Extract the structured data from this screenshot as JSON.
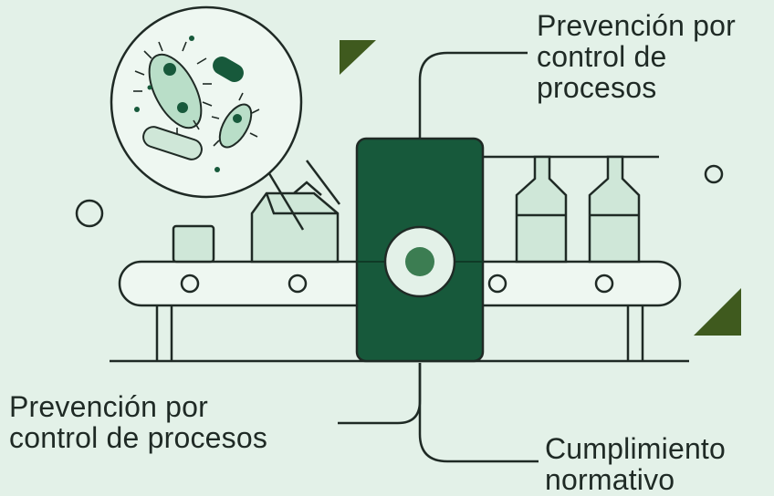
{
  "labels": {
    "top": [
      "Prevención por",
      "control de",
      "procesos"
    ],
    "left": [
      "Prevención por",
      "control de procesos"
    ],
    "bottom": [
      "Cumplimiento",
      "normativo"
    ]
  },
  "colors": {
    "background": "#e3f1e8",
    "line": "#1f2a25",
    "dark_green": "#17593b",
    "mid_green": "#3c7d52",
    "light_fill": "#cfe7d8",
    "pale_fill": "#eef7f1",
    "olive_triangle": "#3f5a1e"
  },
  "icons": [
    "bacteria-magnifier-icon",
    "sensor-node-icon",
    "bottle-icon",
    "box-icon"
  ]
}
